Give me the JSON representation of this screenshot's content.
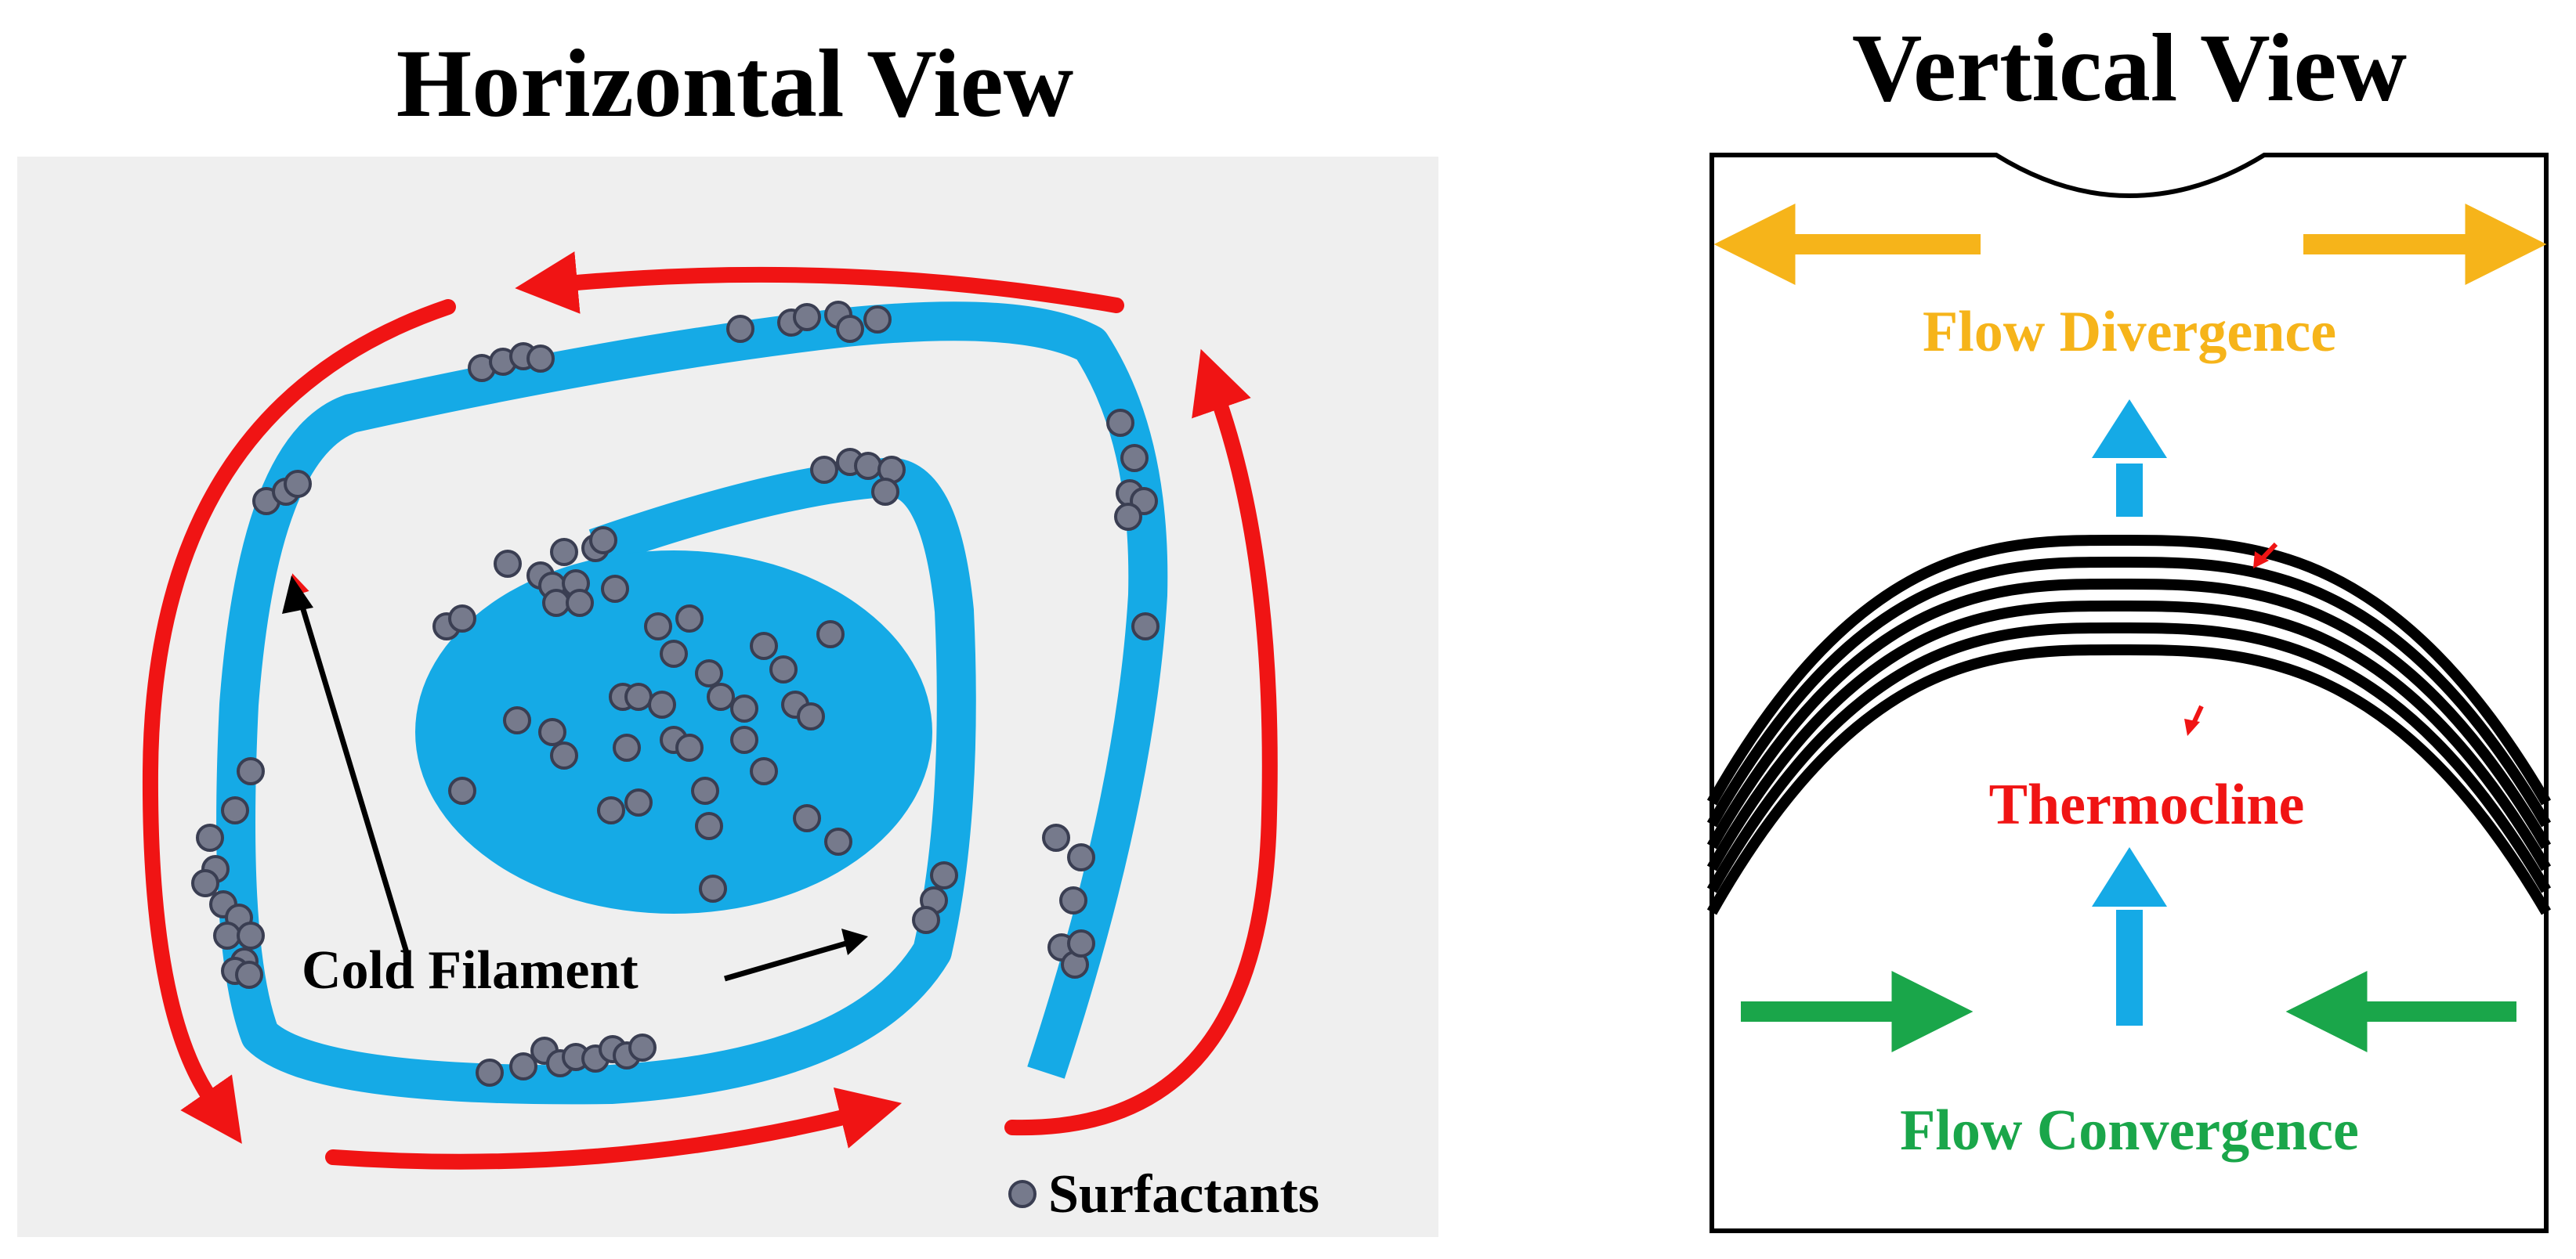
{
  "horizontal_panel": {
    "title": "Horizontal View",
    "filament_label": "Cold Filament",
    "legend_label": "Surfactants"
  },
  "vertical_panel": {
    "title": "Vertical View",
    "divergence_label": "Flow Divergence",
    "thermocline_label": "Thermocline",
    "convergence_label": "Flow Convergence"
  },
  "colors": {
    "panel_background": "#efefef",
    "filament_blue": "#15aae6",
    "surfactant_fill": "#767a8c",
    "surfactant_stroke": "#3a3e52",
    "circulation_red": "#f01414",
    "divergence_orange": "#f6b41a",
    "convergence_green": "#1aa64a",
    "thermocline_red": "#f01414",
    "upwelling_blue": "#15aae6",
    "thermocline_lines": "#000000"
  },
  "icons": {
    "surfactant_marker": "gray-dot-icon",
    "circulation_arrows": "red-curved-arrow-icon",
    "upwelling_arrows": "blue-up-arrow-icon"
  }
}
